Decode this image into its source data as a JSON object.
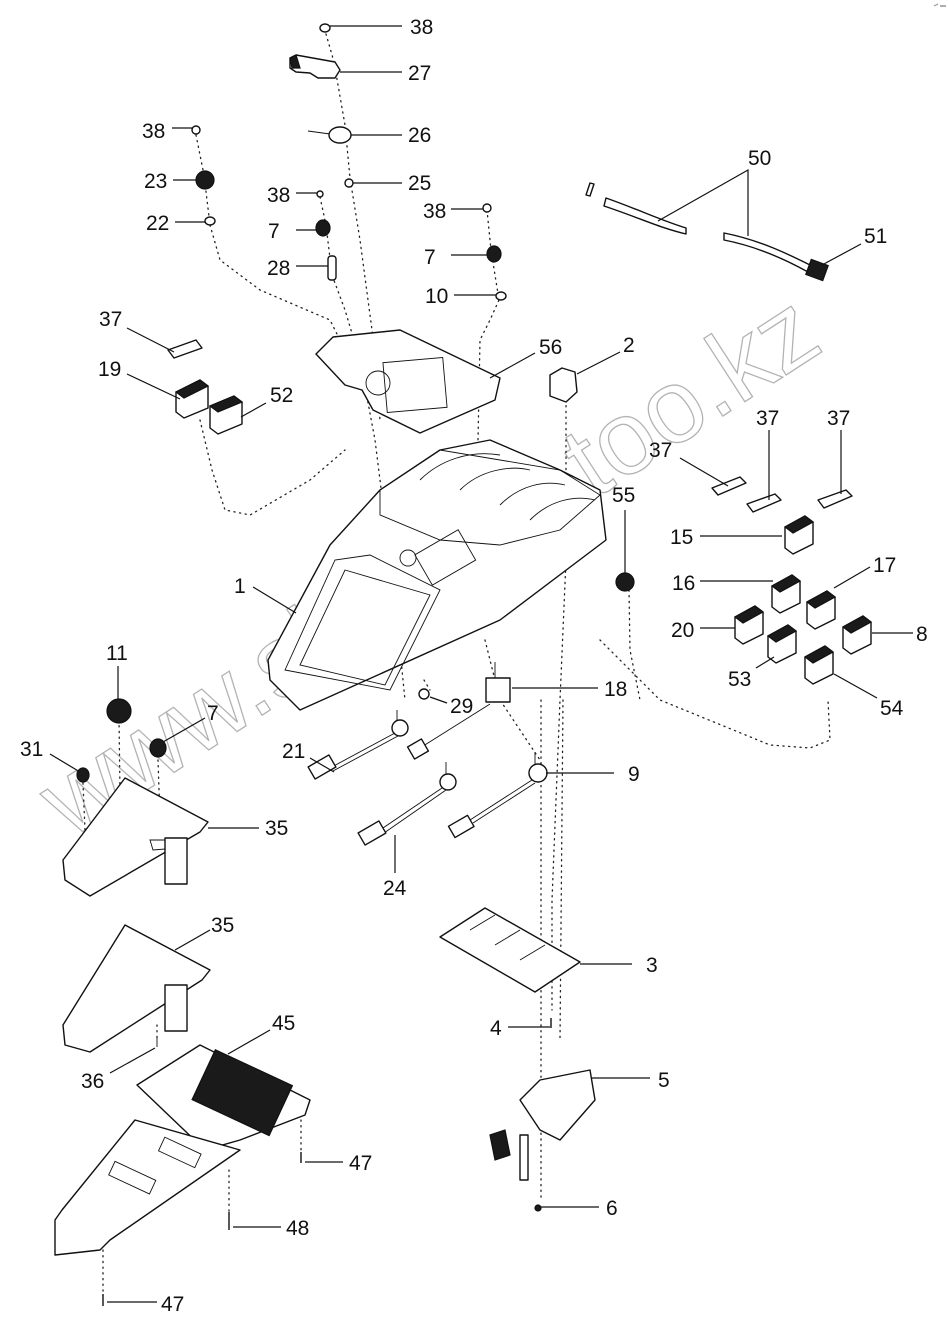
{
  "diagram": {
    "title": "Exploded view - control console assembly",
    "watermark": "www.sinhron-too.kz",
    "callouts": [
      {
        "id": "c38a",
        "label": "38",
        "part": "cap"
      },
      {
        "id": "c27",
        "label": "27",
        "part": "lever-handle"
      },
      {
        "id": "c26",
        "label": "26",
        "part": "lever-ring"
      },
      {
        "id": "c25",
        "label": "25",
        "part": "nut"
      },
      {
        "id": "c38b",
        "label": "38",
        "part": "cap"
      },
      {
        "id": "c23",
        "label": "23",
        "part": "knob"
      },
      {
        "id": "c22",
        "label": "22",
        "part": "washer"
      },
      {
        "id": "c38c",
        "label": "38",
        "part": "cap"
      },
      {
        "id": "c7a",
        "label": "7",
        "part": "knob"
      },
      {
        "id": "c28",
        "label": "28",
        "part": "shaft"
      },
      {
        "id": "c38d",
        "label": "38",
        "part": "cap"
      },
      {
        "id": "c7b",
        "label": "7",
        "part": "knob"
      },
      {
        "id": "c10",
        "label": "10",
        "part": "washer"
      },
      {
        "id": "c50",
        "label": "50",
        "part": "cable"
      },
      {
        "id": "c51",
        "label": "51",
        "part": "connector"
      },
      {
        "id": "c37a",
        "label": "37",
        "part": "blank-plug"
      },
      {
        "id": "c19",
        "label": "19",
        "part": "rocker-switch"
      },
      {
        "id": "c52",
        "label": "52",
        "part": "rocker-switch"
      },
      {
        "id": "c56",
        "label": "56",
        "part": "decal-panel"
      },
      {
        "id": "c2",
        "label": "2",
        "part": "cap"
      },
      {
        "id": "c37b",
        "label": "37",
        "part": "blank-plug"
      },
      {
        "id": "c37c",
        "label": "37",
        "part": "blank-plug"
      },
      {
        "id": "c37d",
        "label": "37",
        "part": "blank-plug"
      },
      {
        "id": "c55",
        "label": "55",
        "part": "push-button"
      },
      {
        "id": "c15",
        "label": "15",
        "part": "rocker-switch"
      },
      {
        "id": "c16",
        "label": "16",
        "part": "rocker-switch"
      },
      {
        "id": "c17",
        "label": "17",
        "part": "rocker-switch"
      },
      {
        "id": "c20",
        "label": "20",
        "part": "rocker-switch"
      },
      {
        "id": "c8",
        "label": "8",
        "part": "rocker-switch"
      },
      {
        "id": "c53",
        "label": "53",
        "part": "rocker-switch"
      },
      {
        "id": "c54",
        "label": "54",
        "part": "rocker-switch"
      },
      {
        "id": "c1",
        "label": "1",
        "part": "console-housing"
      },
      {
        "id": "c18",
        "label": "18",
        "part": "toggle-switch"
      },
      {
        "id": "c29",
        "label": "29",
        "part": "nut"
      },
      {
        "id": "c11",
        "label": "11",
        "part": "knob"
      },
      {
        "id": "c7c",
        "label": "7",
        "part": "knob"
      },
      {
        "id": "c31",
        "label": "31",
        "part": "knob"
      },
      {
        "id": "c21",
        "label": "21",
        "part": "potentiometer"
      },
      {
        "id": "c9",
        "label": "9",
        "part": "potentiometer"
      },
      {
        "id": "c24",
        "label": "24",
        "part": "potentiometer"
      },
      {
        "id": "c35a",
        "label": "35",
        "part": "circuit-board"
      },
      {
        "id": "c35b",
        "label": "35",
        "part": "circuit-board"
      },
      {
        "id": "c3",
        "label": "3",
        "part": "plate"
      },
      {
        "id": "c4",
        "label": "4",
        "part": "screw"
      },
      {
        "id": "c36",
        "label": "36",
        "part": "screw"
      },
      {
        "id": "c45",
        "label": "45",
        "part": "relay-board"
      },
      {
        "id": "c5",
        "label": "5",
        "part": "ignition-switch"
      },
      {
        "id": "c47a",
        "label": "47",
        "part": "screw"
      },
      {
        "id": "c48",
        "label": "48",
        "part": "screw"
      },
      {
        "id": "c6",
        "label": "6",
        "part": "screw"
      },
      {
        "id": "c47b",
        "label": "47",
        "part": "screw"
      }
    ]
  }
}
